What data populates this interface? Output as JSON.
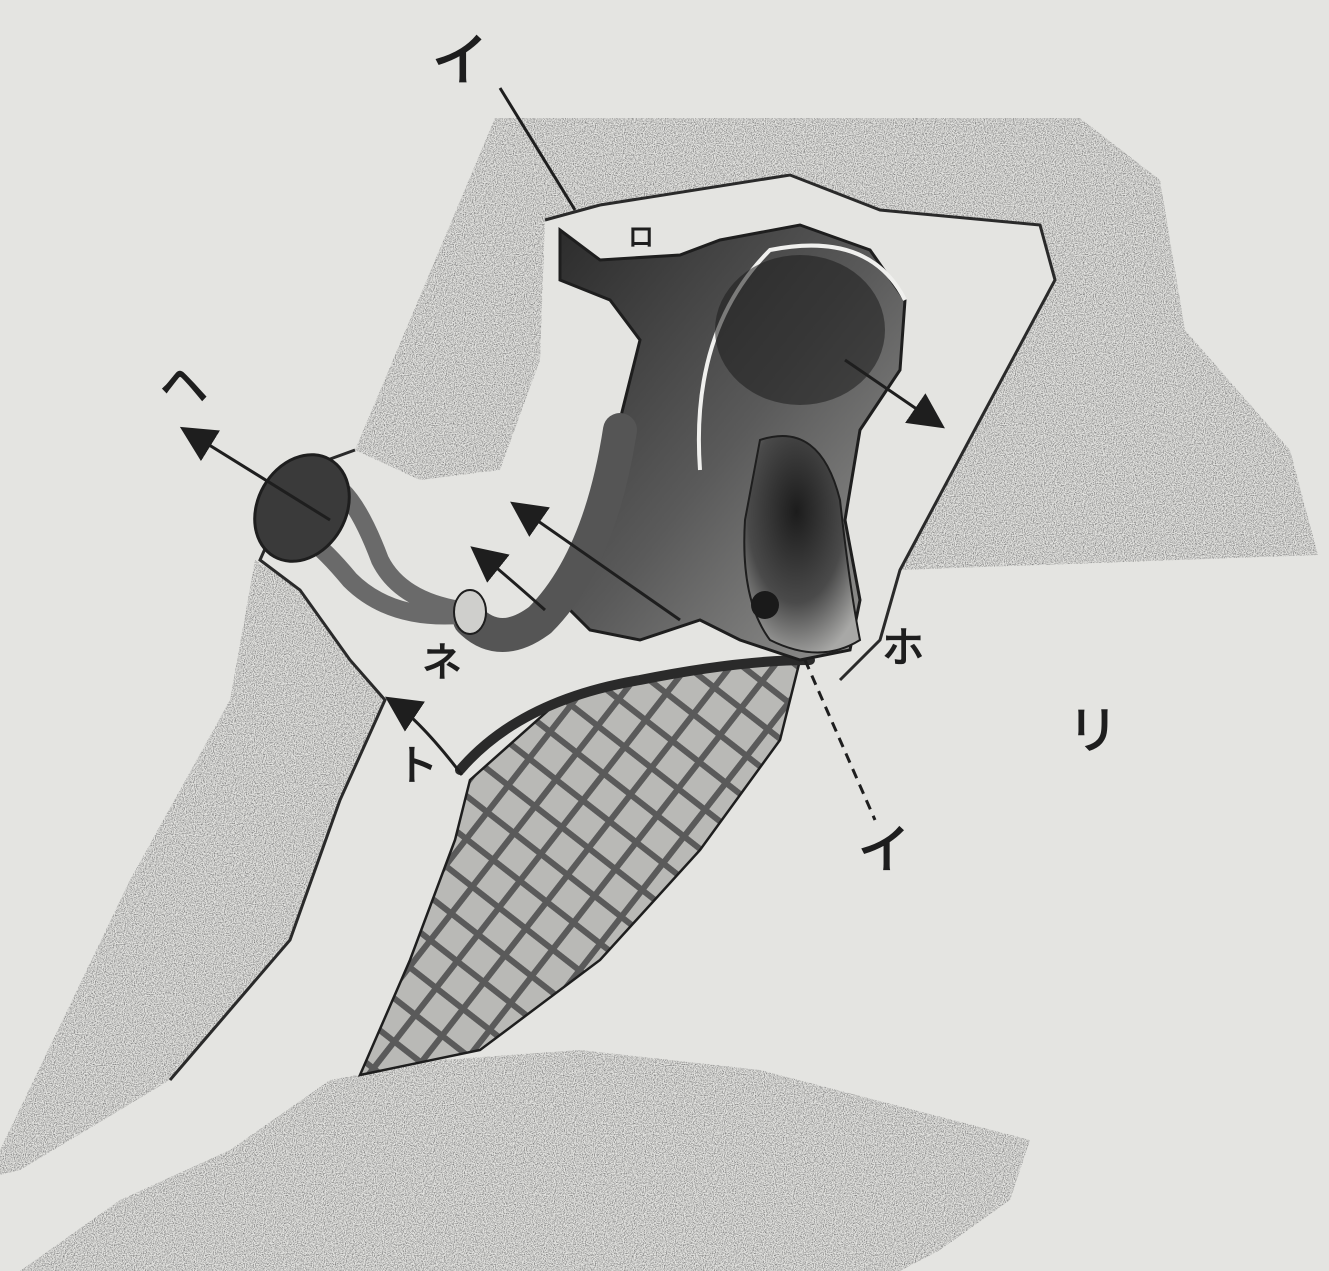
{
  "figure": {
    "background": "#e4e4e1",
    "bone_color": "#3a3a3a",
    "ink_color": "#1e1e1e",
    "labels": {
      "i_top": "イ",
      "ro": "ロ",
      "he": "ヘ",
      "ho": "ホ",
      "ri": "リ",
      "to": "ト",
      "ne": "ネ",
      "i_bottom": "イ"
    }
  }
}
